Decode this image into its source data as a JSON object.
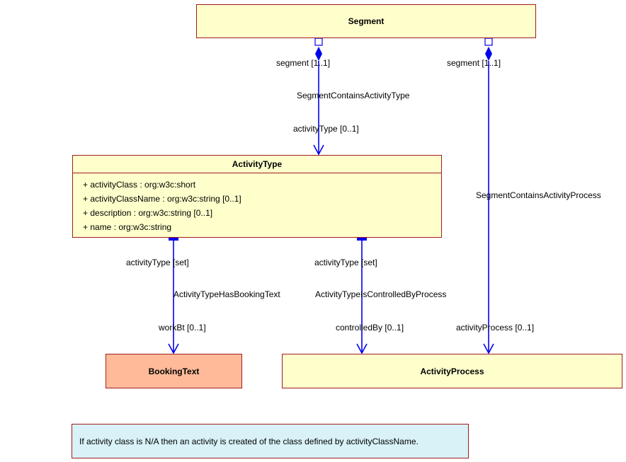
{
  "classes": {
    "segment": {
      "name": "Segment"
    },
    "activity_type": {
      "name": "ActivityType",
      "attributes": [
        "+ activityClass : org:w3c:short",
        "+ activityClassName : org:w3c:string [0..1]",
        "+ description : org:w3c:string [0..1]",
        "+ name : org:w3c:string"
      ]
    },
    "booking_text": {
      "name": "BookingText"
    },
    "activity_process": {
      "name": "ActivityProcess"
    }
  },
  "associations": {
    "seg_activity_type": {
      "source_role": "segment [1..1]",
      "name": "SegmentContainsActivityType",
      "target_role": "activityType [0..1]"
    },
    "seg_activity_process": {
      "source_role": "segment [1..1]",
      "name": "SegmentContainsActivityProcess",
      "target_role": "activityProcess [0..1]"
    },
    "at_booking_text": {
      "source_role": "activityType [set]",
      "name": "ActivityTypeHasBookingText",
      "target_role": "workBt [0..1]"
    },
    "at_controlled_by": {
      "source_role": "activityType [set]",
      "name": "ActivityTypeIsControlledByProcess",
      "target_role": "controlledBy [0..1]"
    }
  },
  "note": {
    "text": "If activity class is N/A then an activity is created of the class defined by activityClassName."
  },
  "colors": {
    "line": "#0000ee",
    "border": "#a01c1c",
    "class_fill": "#ffffcc",
    "highlight_fill": "#ffbb99",
    "note_fill": "#d8f2f8"
  }
}
